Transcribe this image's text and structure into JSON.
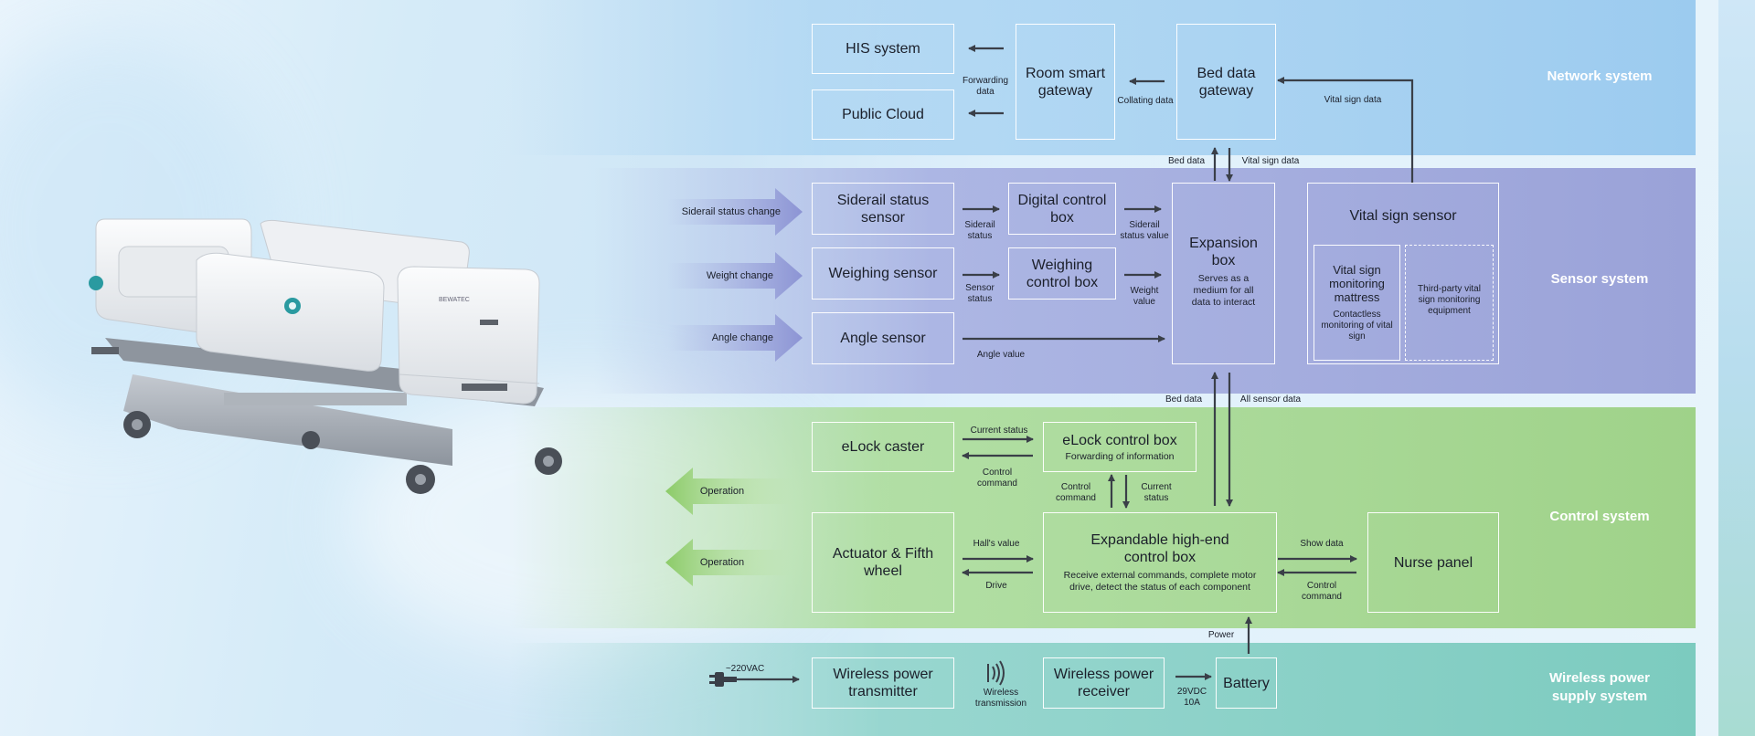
{
  "bands": {
    "network": {
      "label": "Network system"
    },
    "sensor": {
      "label": "Sensor system"
    },
    "control": {
      "label": "Control system"
    },
    "power": {
      "label_line1": "Wireless power",
      "label_line2": "supply system"
    }
  },
  "bed": {
    "brand": "BEWATEC"
  },
  "network": {
    "his": "HIS system",
    "cloud": "Public Cloud",
    "room_gateway": "Room smart gateway",
    "bed_gateway": "Bed data gateway",
    "forwarding_label": "Forwarding data",
    "collating_label": "Collating data",
    "vital_sign_data": "Vital sign data",
    "bed_data": "Bed data",
    "vital_sign_data_2": "Vital sign data"
  },
  "sensor": {
    "siderail_change": "Siderail status change",
    "weight_change": "Weight change",
    "angle_change": "Angle change",
    "siderail_sensor": "Siderail status sensor",
    "weighing_sensor": "Weighing sensor",
    "angle_sensor": "Angle sensor",
    "digital_box": "Digital control box",
    "weighing_box": "Weighing control box",
    "siderail_status": "Siderail status",
    "sensor_status": "Sensor status",
    "siderail_status_value": "Siderail status value",
    "weight_value": "Weight value",
    "angle_value": "Angle value",
    "expansion_title": "Expansion box",
    "expansion_sub": "Serves as a medium for all data to interact",
    "vital_sensor": "Vital sign sensor",
    "mattress_title": "Vital sign monitoring mattress",
    "mattress_sub": "Contactless monitoring of vital sign",
    "third_party": "Third-party vital sign monitoring equipment"
  },
  "control": {
    "bed_data": "Bed data",
    "all_sensor_data": "All sensor data",
    "elock_caster": "eLock caster",
    "current_status": "Current status",
    "control_command": "Control command",
    "elock_box": "eLock control box",
    "elock_sub": "Forwarding of information",
    "control_command_2": "Control command",
    "current_status_2": "Current status",
    "operation_1": "Operation",
    "operation_2": "Operation",
    "actuator": "Actuator & Fifth wheel",
    "halls_value": "Hall's value",
    "drive": "Drive",
    "expandable_title": "Expandable high-end control box",
    "expandable_sub": "Receive external commands, complete motor drive, detect the status of each component",
    "show_data": "Show data",
    "control_command_3": "Control command",
    "nurse_panel": "Nurse panel"
  },
  "power": {
    "power_label": "Power",
    "vac": "~220VAC",
    "transmitter": "Wireless power transmitter",
    "wireless_transmission": "Wireless transmission",
    "receiver": "Wireless power receiver",
    "vdc": "29VDC 10A",
    "battery": "Battery"
  },
  "colors": {
    "network_band": "#9ccbef",
    "sensor_band": "#9aa2d8",
    "control_band": "#9fd289",
    "power_band": "#7ccbbf",
    "arrow": "#3a3f48"
  }
}
